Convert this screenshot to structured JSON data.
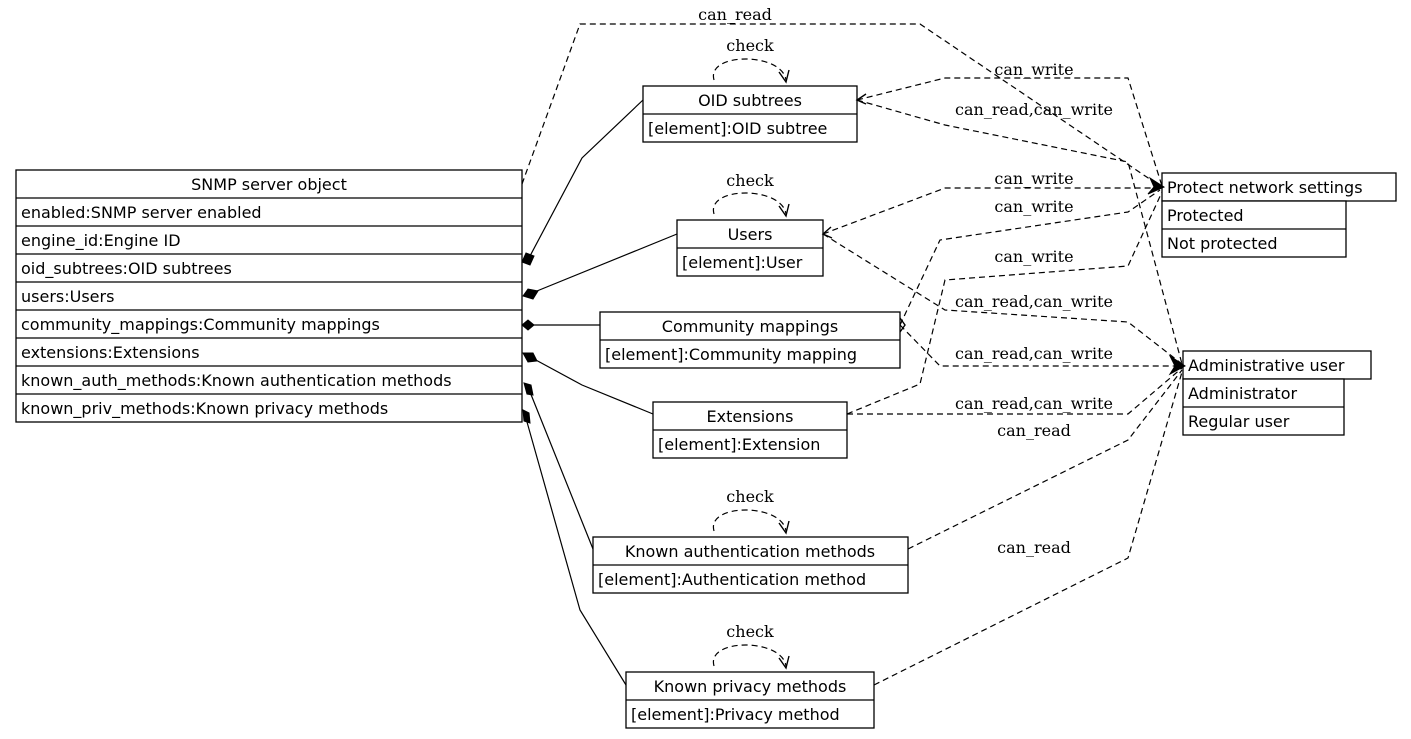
{
  "nodes": {
    "snmp": {
      "title": "SNMP server object",
      "rows": [
        "enabled:SNMP server enabled",
        "engine_id:Engine ID",
        "oid_subtrees:OID subtrees",
        "users:Users",
        "community_mappings:Community mappings",
        "extensions:Extensions",
        "known_auth_methods:Known authentication methods",
        "known_priv_methods:Known privacy methods"
      ]
    },
    "oid": {
      "title": "OID subtrees",
      "rows": [
        "[element]:OID subtree"
      ]
    },
    "users": {
      "title": "Users",
      "rows": [
        "[element]:User"
      ]
    },
    "community": {
      "title": "Community mappings",
      "rows": [
        "[element]:Community mapping"
      ]
    },
    "extensions": {
      "title": "Extensions",
      "rows": [
        "[element]:Extension"
      ]
    },
    "auth": {
      "title": "Known authentication methods",
      "rows": [
        "[element]:Authentication method"
      ]
    },
    "priv": {
      "title": "Known privacy methods",
      "rows": [
        "[element]:Privacy method"
      ]
    },
    "protect": {
      "title": "Protect network settings",
      "rows": [
        "Protected",
        "Not protected"
      ]
    },
    "admin": {
      "title": "Administrative user",
      "rows": [
        "Administrator",
        "Regular user"
      ]
    }
  },
  "edge_labels": {
    "snmp_can_read": "can_read",
    "oid_check": "check",
    "oid_can_write": "can_write",
    "oid_can_read_can_write": "can_read,can_write",
    "users_check": "check",
    "users_can_write": "can_write",
    "community_can_write": "can_write",
    "extensions_can_write": "can_write",
    "users_can_read_can_write": "can_read,can_write",
    "community_can_read_can_write": "can_read,can_write",
    "extensions_can_read_can_write": "can_read,can_write",
    "auth_can_read": "can_read",
    "auth_check": "check",
    "priv_can_read": "can_read",
    "priv_check": "check"
  }
}
